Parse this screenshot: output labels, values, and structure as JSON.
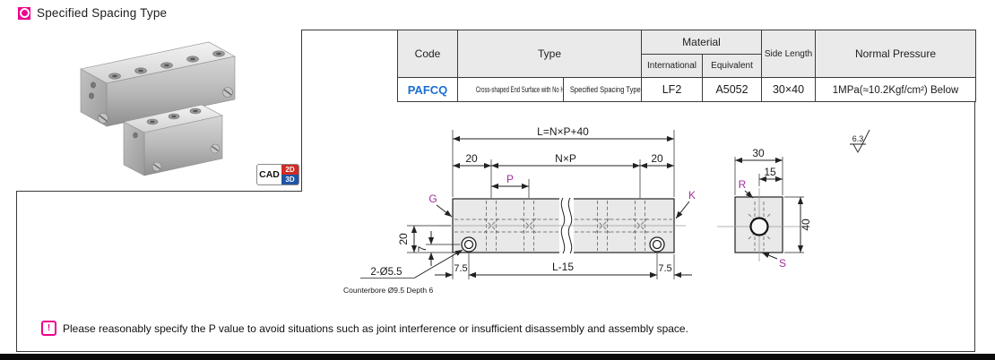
{
  "page": {
    "title": "Specified Spacing Type",
    "note": "Please reasonably specify the P value to avoid situations such as joint interference or insufficient disassembly and assembly space.",
    "note_icon": "!",
    "cad_badge": {
      "cad": "CAD",
      "two_d": "2D",
      "three_d": "3D"
    }
  },
  "table": {
    "headers": {
      "code": "Code",
      "type": "Type",
      "material": "Material",
      "international": "International",
      "equivalent": "Equivalent",
      "side_length": "Side Length",
      "normal_pressure": "Normal Pressure"
    },
    "row": {
      "code": "PAFCQ",
      "type_main": "Cross-shaped End Surface with No Hole",
      "type_sub": "Specified Spacing Type",
      "material_international": "LF2",
      "material_equivalent": "A5052",
      "side_length": "30×40",
      "normal_pressure": "1MPa(≈10.2Kgf/cm²) Below"
    }
  },
  "drawing": {
    "front_view": {
      "dim_overall": "L=N×P+40",
      "dim_end_left": "20",
      "dim_pitch_total": "N×P",
      "dim_end_right": "20",
      "dim_pitch": "P",
      "dim_center_height": "20",
      "dim_port_height": "7",
      "dim_bottom_left": "7.5",
      "dim_bottom_center": "L-15",
      "dim_bottom_right": "7.5",
      "callout_holes": "2-Ø5.5",
      "callout_counterbore": "Counterbore Ø9.5 Depth 6",
      "label_g": "G",
      "label_k": "K"
    },
    "side_view": {
      "dim_width": "30",
      "dim_half_width": "15",
      "dim_height": "40",
      "label_r": "R",
      "label_s": "S",
      "surface_finish": "6.3"
    }
  },
  "colors": {
    "accent_pink": "#ec008c",
    "label_magenta": "#a0309b",
    "code_blue": "#1b6fd2",
    "header_bg": "#eaeaea"
  }
}
